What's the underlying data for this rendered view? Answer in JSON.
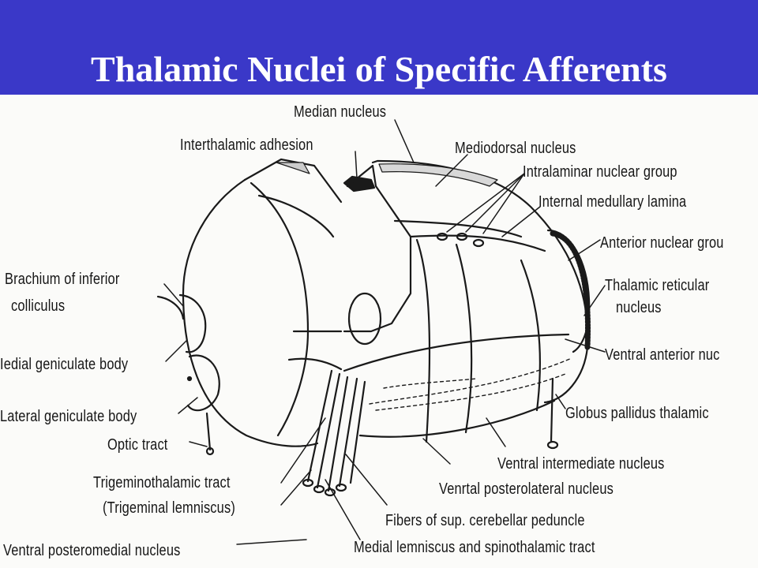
{
  "title": "Thalamic Nuclei of Specific Afferents",
  "colors": {
    "header_bg": "#3a38c8",
    "title_text": "#ffffff",
    "line": "#1a1a1a"
  },
  "labels": {
    "median_nucleus": "Median nucleus",
    "interthalamic_adhesion": "Interthalamic adhesion",
    "mediodorsal_nucleus": "Mediodorsal nucleus",
    "intralaminar_group": "Intralaminar nuclear group",
    "internal_medullary_lamina": "Internal medullary lamina",
    "anterior_nuclear_group": "Anterior nuclear grou",
    "thalamic_reticular_1": "Thalamic reticular",
    "thalamic_reticular_2": "nucleus",
    "ventral_anterior": "Ventral anterior nuc",
    "globus_pallidus": "Globus pallidus  thalamic",
    "ventral_intermediate": "Ventral intermediate nucleus",
    "ventral_posterolateral": "Venrtal posterolateral nucleus",
    "fibers_sup_cerebellar": "Fibers of sup. cerebellar peduncle",
    "medial_lemniscus": "Medial lemniscus and spinothalamic tract",
    "ventral_posteromedial": "Ventral posteromedial nucleus",
    "trigeminal_lemniscus": "(Trigeminal lemniscus)",
    "trigeminothalamic": "Trigeminothalamic tract",
    "optic_tract": "Optic tract",
    "lateral_geniculate": "Lateral geniculate body",
    "medial_geniculate": "Iedial geniculate body",
    "brachium_1": "Brachium of inferior",
    "brachium_2": "colliculus"
  }
}
